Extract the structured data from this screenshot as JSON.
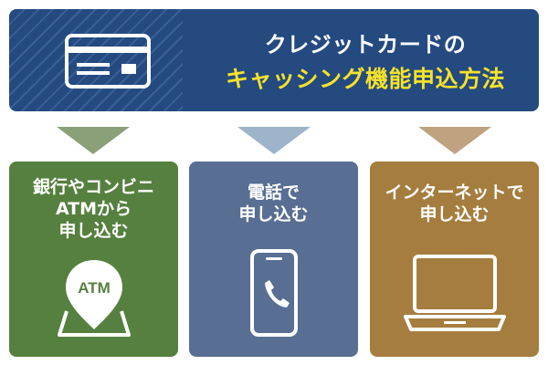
{
  "header": {
    "title": "クレジットカードの",
    "subtitle": "キャッシング機能申込方法",
    "icon": "credit-card-icon"
  },
  "colors": {
    "banner": "#244a80",
    "accent_yellow": "#f6e22a",
    "green": "#56803f",
    "slate": "#586e93",
    "bronze": "#a57d3e"
  },
  "methods": [
    {
      "label": "銀行やコンビニ\nATMから\n申し込む",
      "icon": "atm-location-pin-icon",
      "icon_text": "ATM"
    },
    {
      "label": "電話で\n申し込む",
      "icon": "smartphone-call-icon"
    },
    {
      "label": "インターネットで\n申し込む",
      "icon": "laptop-icon"
    }
  ]
}
